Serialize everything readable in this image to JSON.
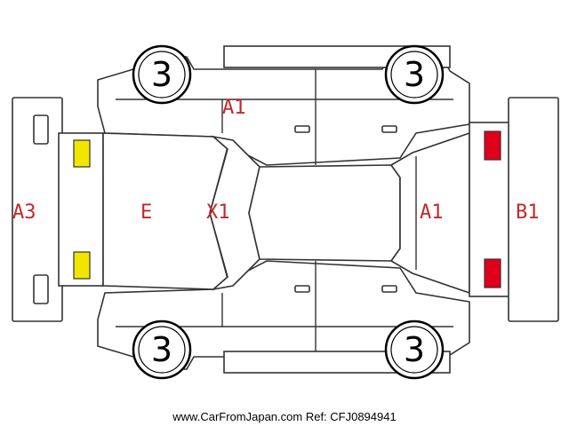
{
  "labels": {
    "front_bumper": "A3",
    "hood": "E",
    "windshield": "X1",
    "left_side": "A1",
    "rear_door": "A1",
    "rear_bumper": "B1"
  },
  "tires": {
    "front_left": "3",
    "rear_left": "3",
    "front_right": "3",
    "rear_right": "3"
  },
  "colors": {
    "front_lights": "#f2e600",
    "rear_lights": "#e0001b",
    "damage_code": "#c0282d"
  },
  "footer": "www.CarFromJapan.com Ref: CFJ0894941"
}
